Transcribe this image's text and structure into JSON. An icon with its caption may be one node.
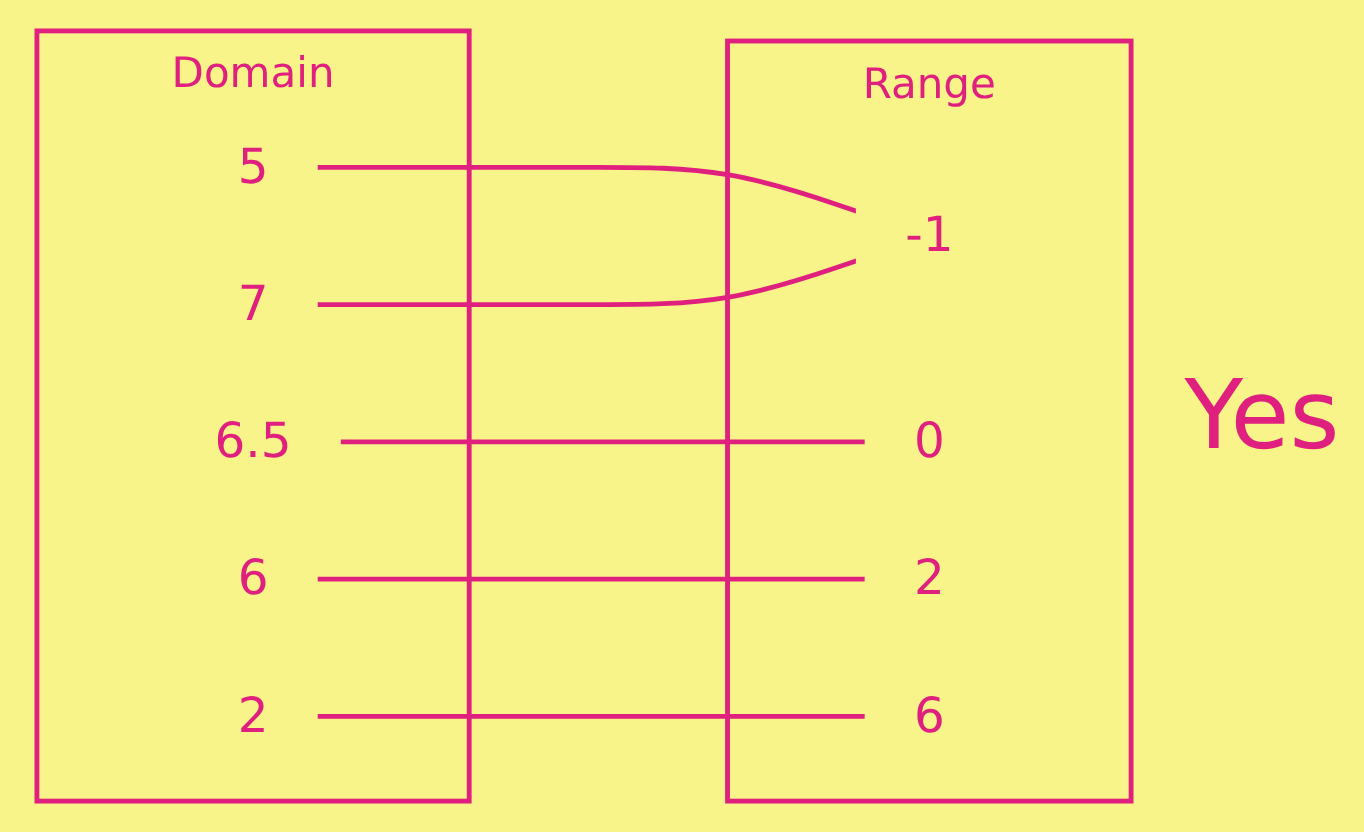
{
  "diagram": {
    "nodes": [
      {
        "text": [
          "Domain"
        ]
      },
      {
        "text": [
          "2"
        ],
        "in": 0
      },
      {
        "text": [
          "5"
        ],
        "in": 0
      },
      {
        "text": [
          "6"
        ],
        "in": 0
      },
      {
        "text": [
          "6.5"
        ],
        "in": 0
      },
      {
        "text": [
          "7"
        ],
        "in": 0
      },
      {
        "text": [
          "Range"
        ]
      },
      {
        "text": [
          "-1"
        ],
        "in": 6
      },
      {
        "text": [
          "0"
        ],
        "in": 6
      },
      {
        "text": [
          "2"
        ],
        "in": 6
      },
      {
        "text": [
          "6"
        ],
        "in": 6
      }
    ],
    "edges": [
      {
        "from": 1,
        "to": 10,
        "arrow": "none"
      },
      {
        "from": 2,
        "to": 7,
        "arrow": "none"
      },
      {
        "from": 3,
        "to": 9,
        "arrow": "none"
      },
      {
        "from": 4,
        "to": 8,
        "arrow": "none"
      },
      {
        "from": 5,
        "to": 7,
        "arrow": "none"
      }
    ],
    "labels": [
      "Yes"
    ]
  }
}
